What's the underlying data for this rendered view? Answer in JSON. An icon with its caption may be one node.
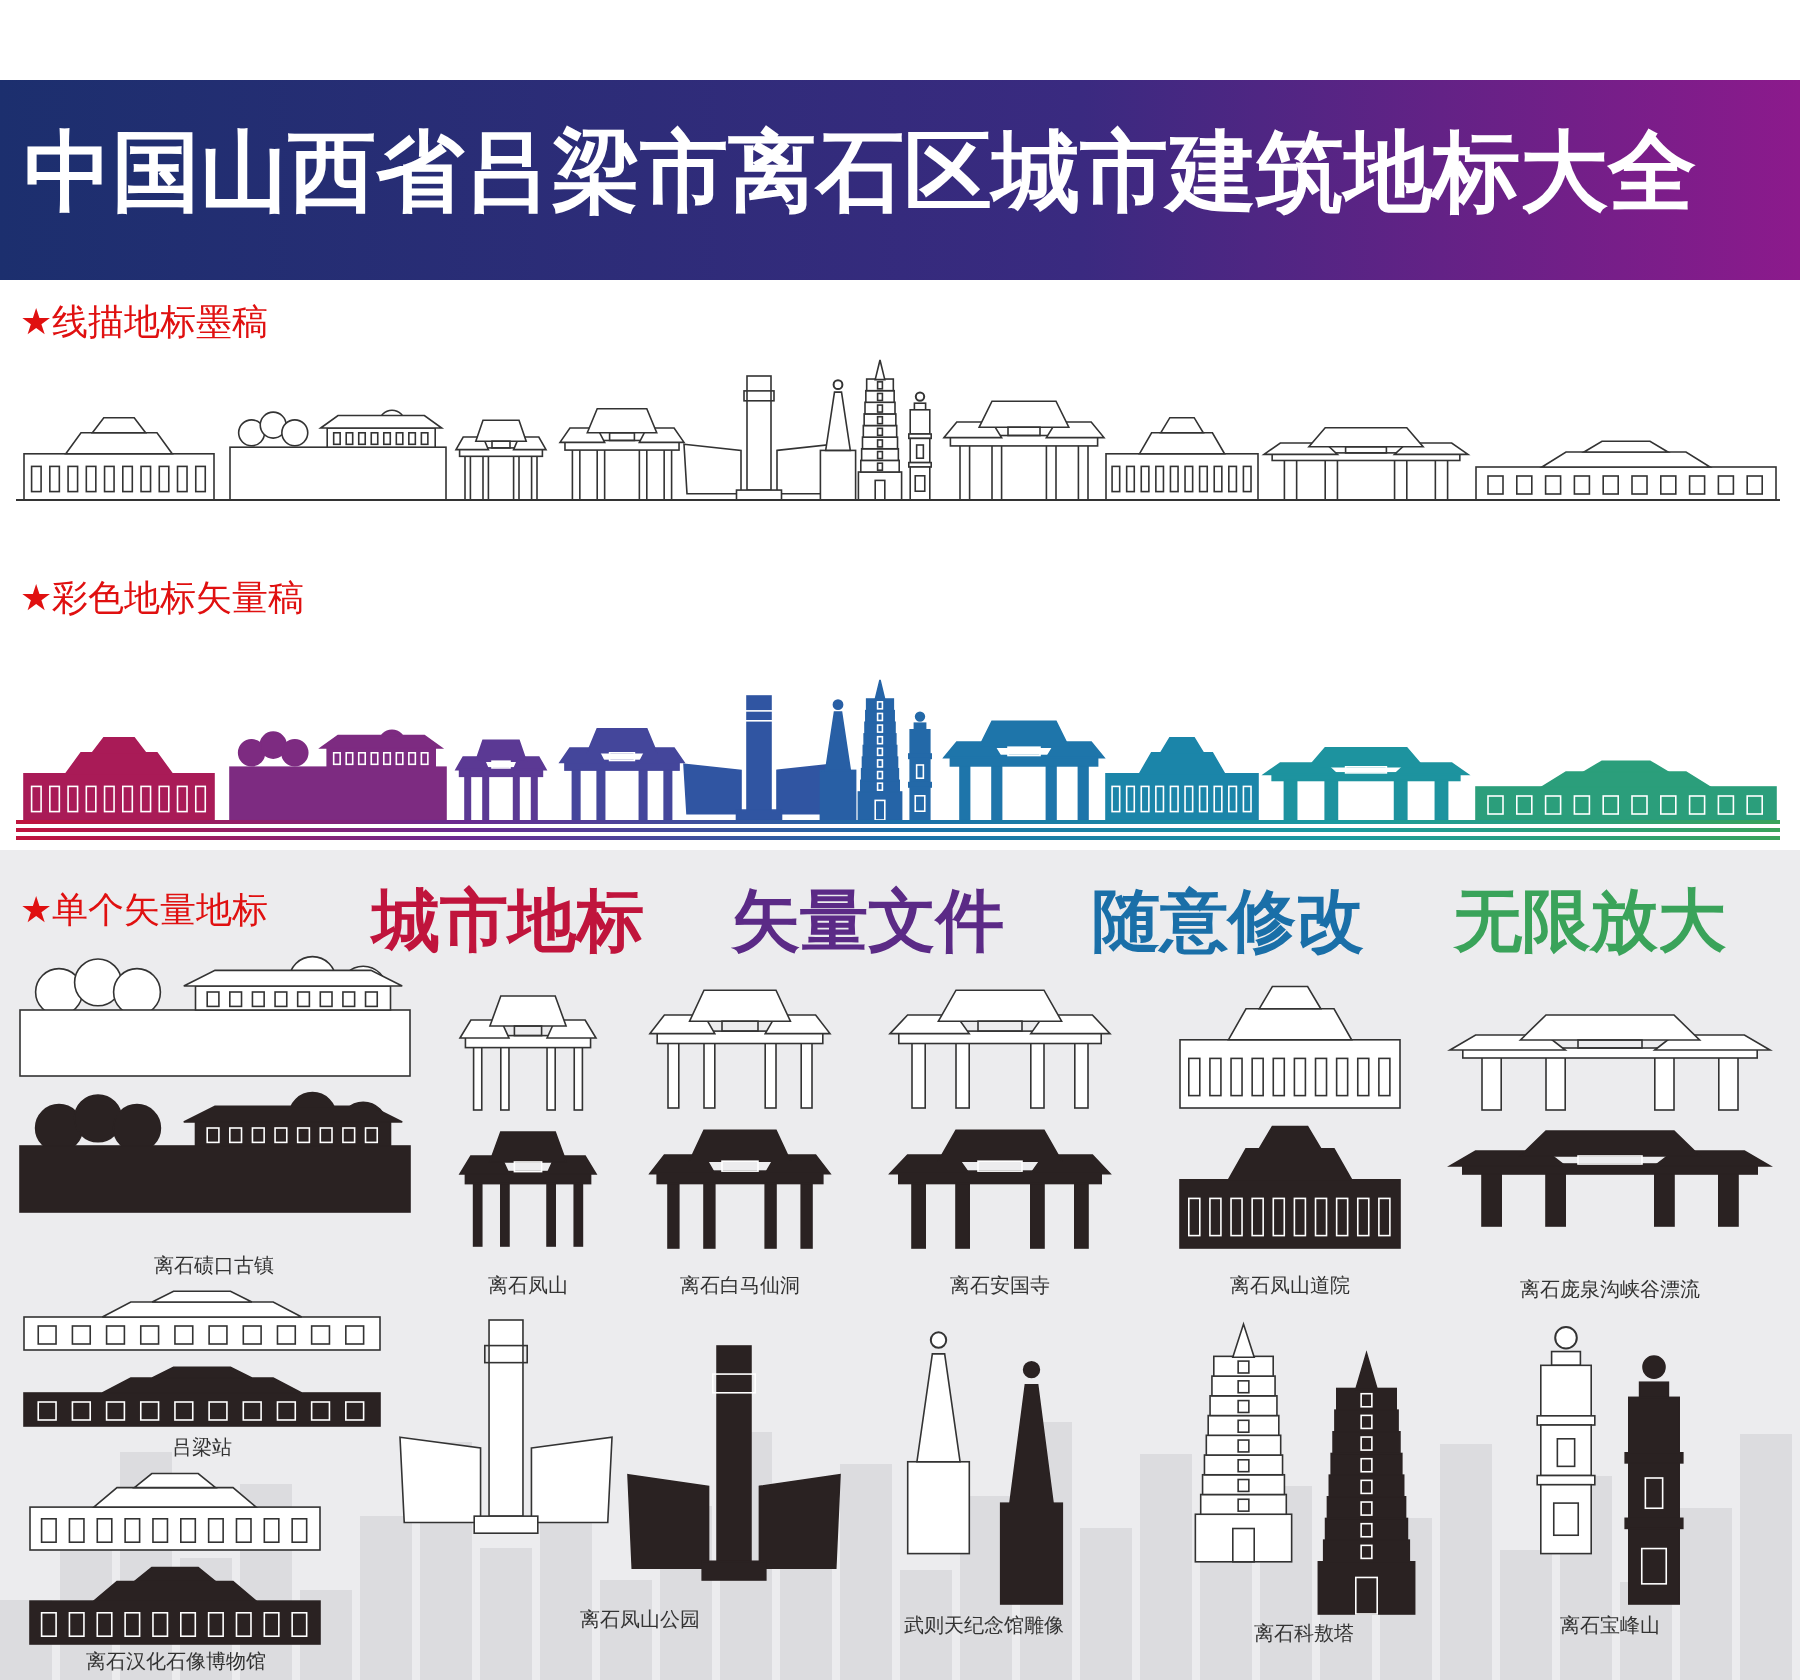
{
  "diagram": {
    "title": "中国山西省吕梁市离石区城市建筑地标大全",
    "labels": [
      "★线描地标墨稿",
      "★彩色地标矢量稿",
      "★单个矢量地标",
      "城市地标",
      "矢量文件",
      "随意修改",
      "无限放大",
      "离石碛口古镇",
      "离石凤山",
      "离石白马仙洞",
      "离石安国寺",
      "离石凤山道院",
      "离石庞泉沟峡谷漂流",
      "吕梁站",
      "离石凤山公园",
      "武则天纪念馆雕像",
      "离石科敖塔",
      "离石宝峰山",
      "离石汉化石像博物馆"
    ]
  }
}
